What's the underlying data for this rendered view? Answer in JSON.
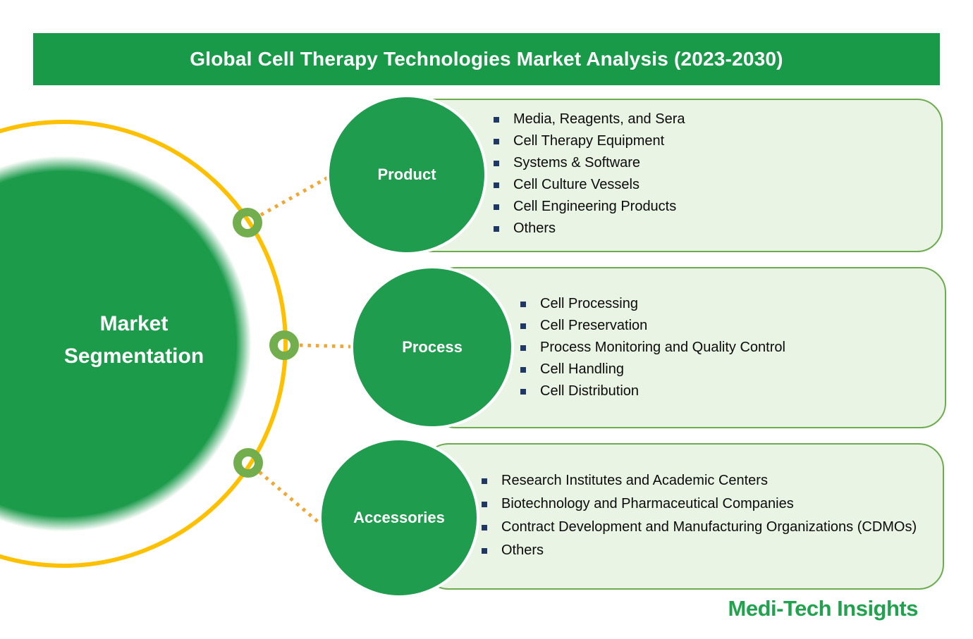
{
  "title": "Global Cell Therapy Technologies Market Analysis (2023-2030)",
  "hub": {
    "label": "Market Segmentation"
  },
  "branches": [
    {
      "label": "Product",
      "items": [
        "Media, Reagents, and Sera",
        "Cell Therapy Equipment",
        "Systems & Software",
        "Cell Culture Vessels",
        "Cell Engineering Products",
        "Others"
      ]
    },
    {
      "label": "Process",
      "items": [
        "Cell Processing",
        "Cell Preservation",
        "Process Monitoring and Quality Control",
        "Cell Handling",
        "Cell Distribution"
      ]
    },
    {
      "label": "Accessories",
      "items": [
        "Research Institutes and Academic Centers",
        "Biotechnology and Pharmaceutical Companies",
        "Contract Development and Manufacturing Organizations (CDMOs)",
        "Others"
      ]
    }
  ],
  "brand": "Medi-Tech Insights",
  "colors": {
    "banner_green": "#189A48",
    "hub_green": "#1C9B4B",
    "branch_circle_green": "#1F9C4D",
    "box_fill": "#EAF4E4",
    "box_border": "#6CAC4F",
    "bullet_navy": "#1F3864",
    "ring_yellow": "#FFC000",
    "dotted_line_orange": "#F2A735",
    "node_green": "#72AE4D",
    "brand_green": "#21A24E",
    "text_white": "#FFFFFF",
    "list_text": "#0B0B0B"
  }
}
